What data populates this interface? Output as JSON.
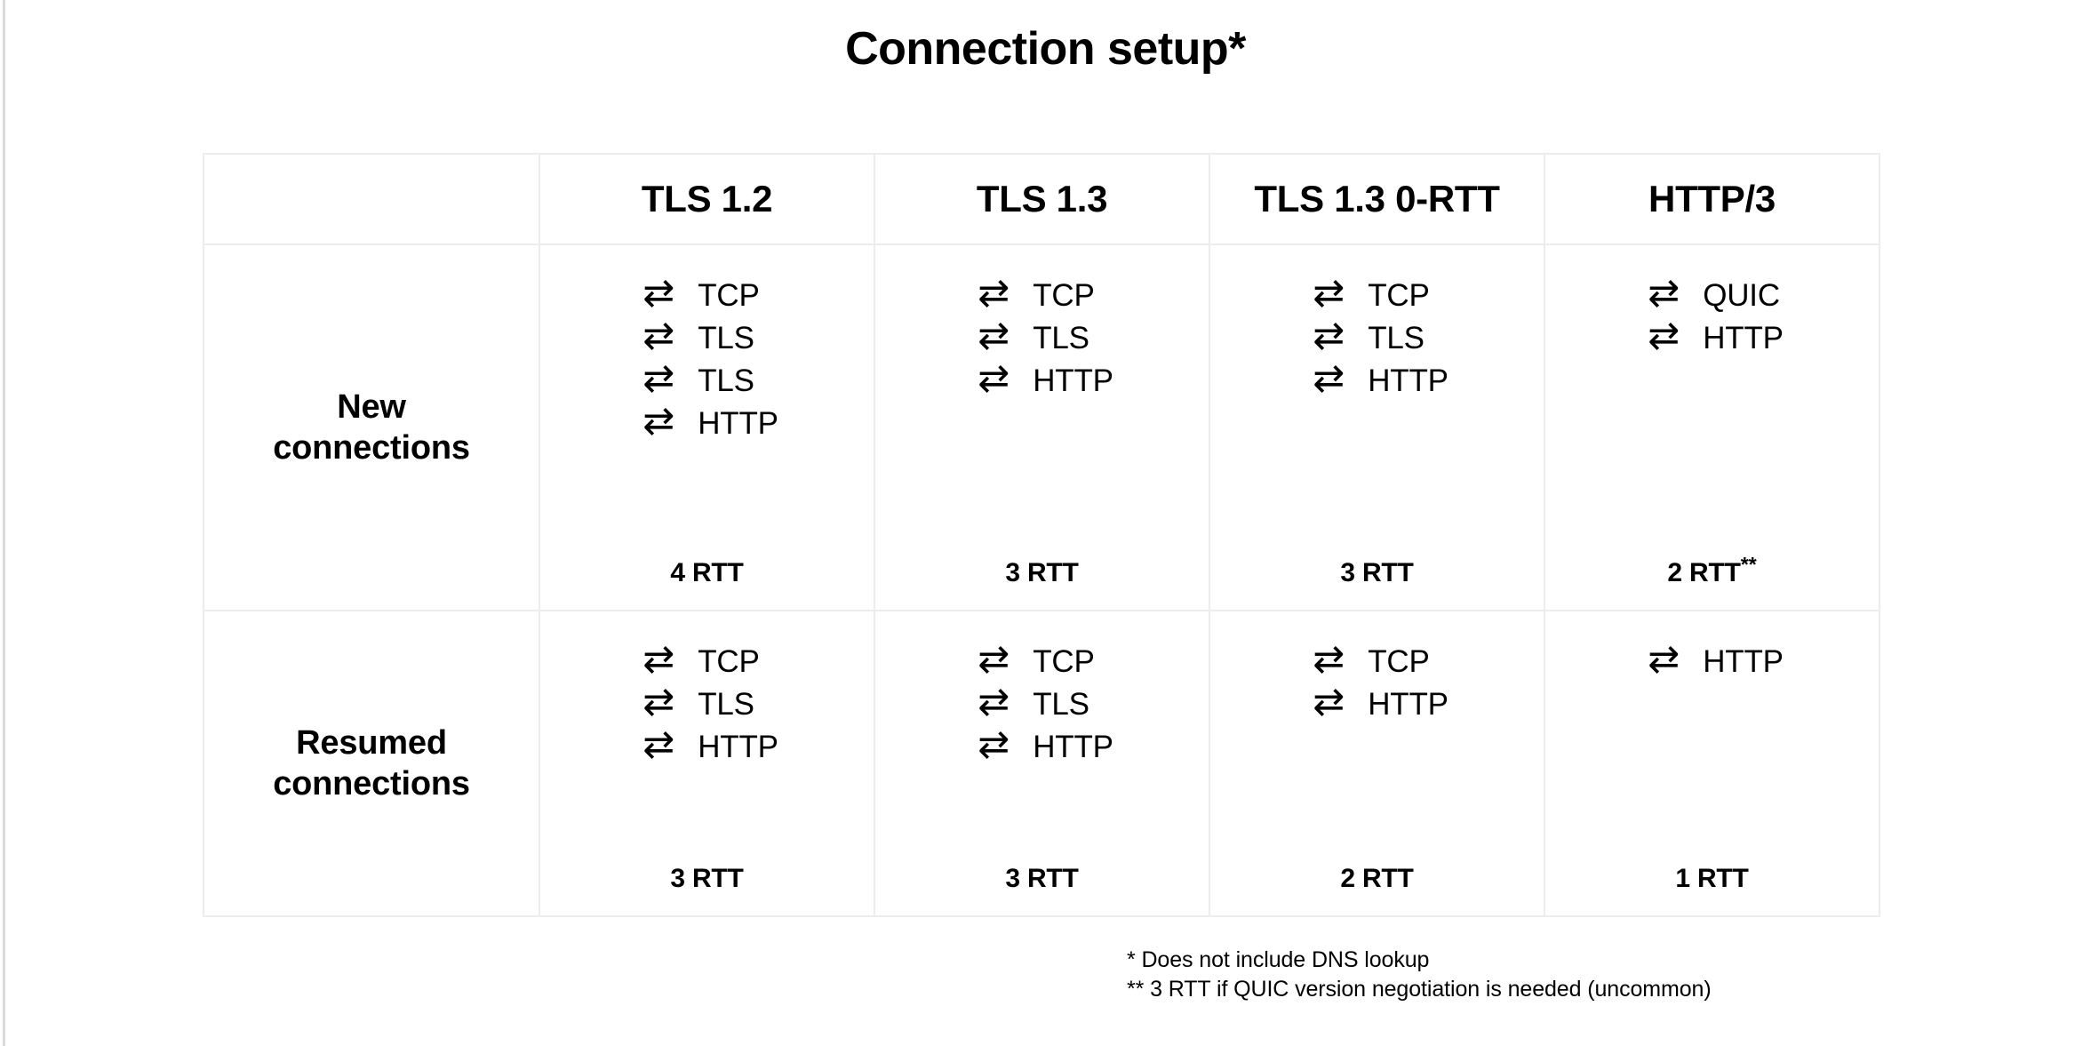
{
  "title": "Connection setup*",
  "table": {
    "corner_label": "",
    "column_headers": [
      "TLS 1.2",
      "TLS 1.3",
      "TLS 1.3 0-RTT",
      "HTTP/3"
    ],
    "row_headers": [
      "New\nconnections",
      "Resumed\nconnections"
    ],
    "row_header_lines": [
      [
        "New",
        "connections"
      ],
      [
        "Resumed",
        "connections"
      ]
    ],
    "arrow_glyph": "⇄",
    "arrow_icon_name": "bidirectional-arrow-icon",
    "rows": [
      {
        "label": "New connections",
        "cells": [
          {
            "column": "TLS 1.2",
            "steps": [
              "TCP",
              "TLS",
              "TLS",
              "HTTP"
            ],
            "rtt": "4 RTT",
            "rtt_note": ""
          },
          {
            "column": "TLS 1.3",
            "steps": [
              "TCP",
              "TLS",
              "HTTP"
            ],
            "rtt": "3 RTT",
            "rtt_note": ""
          },
          {
            "column": "TLS 1.3 0-RTT",
            "steps": [
              "TCP",
              "TLS",
              "HTTP"
            ],
            "rtt": "3 RTT",
            "rtt_note": ""
          },
          {
            "column": "HTTP/3",
            "steps": [
              "QUIC",
              "HTTP"
            ],
            "rtt": "2 RTT",
            "rtt_note": "**"
          }
        ]
      },
      {
        "label": "Resumed connections",
        "cells": [
          {
            "column": "TLS 1.2",
            "steps": [
              "TCP",
              "TLS",
              "HTTP"
            ],
            "rtt": "3 RTT",
            "rtt_note": ""
          },
          {
            "column": "TLS 1.3",
            "steps": [
              "TCP",
              "TLS",
              "HTTP"
            ],
            "rtt": "3 RTT",
            "rtt_note": ""
          },
          {
            "column": "TLS 1.3 0-RTT",
            "steps": [
              "TCP",
              "HTTP"
            ],
            "rtt": "2 RTT",
            "rtt_note": ""
          },
          {
            "column": "HTTP/3",
            "steps": [
              "HTTP"
            ],
            "rtt": "1 RTT",
            "rtt_note": ""
          }
        ]
      }
    ]
  },
  "footnotes": [
    "* Does not include DNS lookup",
    "** 3 RTT if QUIC version negotiation is needed (uncommon)"
  ],
  "colors": {
    "background": "#ffffff",
    "text": "#000000",
    "table_border": "#ececec",
    "page_edge_rule": "#d9dadb"
  }
}
